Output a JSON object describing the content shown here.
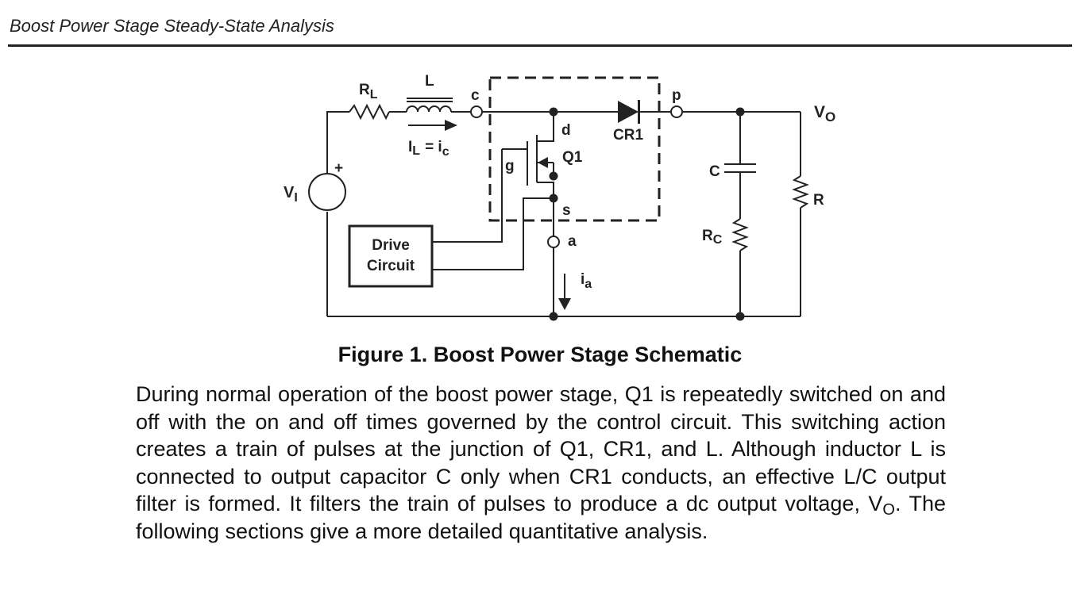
{
  "header": {
    "title": "Boost Power Stage Steady-State Analysis"
  },
  "schematic": {
    "labels": {
      "RL_main": "R",
      "RL_sub": "L",
      "L": "L",
      "c": "c",
      "IL_main": "I",
      "IL_sub": "L",
      "IL_eq": "= i",
      "ic_sub": "c",
      "d": "d",
      "CR1": "CR1",
      "p": "p",
      "Vo_main": "V",
      "Vo_sub": "O",
      "Q1": "Q1",
      "g": "g",
      "plus": "+",
      "VI_main": "V",
      "VI_sub": "I",
      "C": "C",
      "R": "R",
      "s": "s",
      "Drive": "Drive",
      "Circuit": "Circuit",
      "a": "a",
      "RC_main": "R",
      "RC_sub": "C",
      "ia_main": "i",
      "ia_sub": "a"
    }
  },
  "figure": {
    "caption": "Figure 1.  Boost Power Stage Schematic"
  },
  "body": {
    "part1": "During normal operation of the boost power stage, Q1 is repeatedly switched on and off with the on and off times governed by the control circuit. This switching action creates a train of pulses at the junction of Q1, CR1, and L. Although inductor L is connected to output capacitor C only when CR1 conducts, an effective L/C output filter is formed. It filters the train of pulses to produce a dc output voltage, V",
    "vo_sub": "O",
    "part2": ". The following sections give a more detailed quantitative analysis."
  }
}
